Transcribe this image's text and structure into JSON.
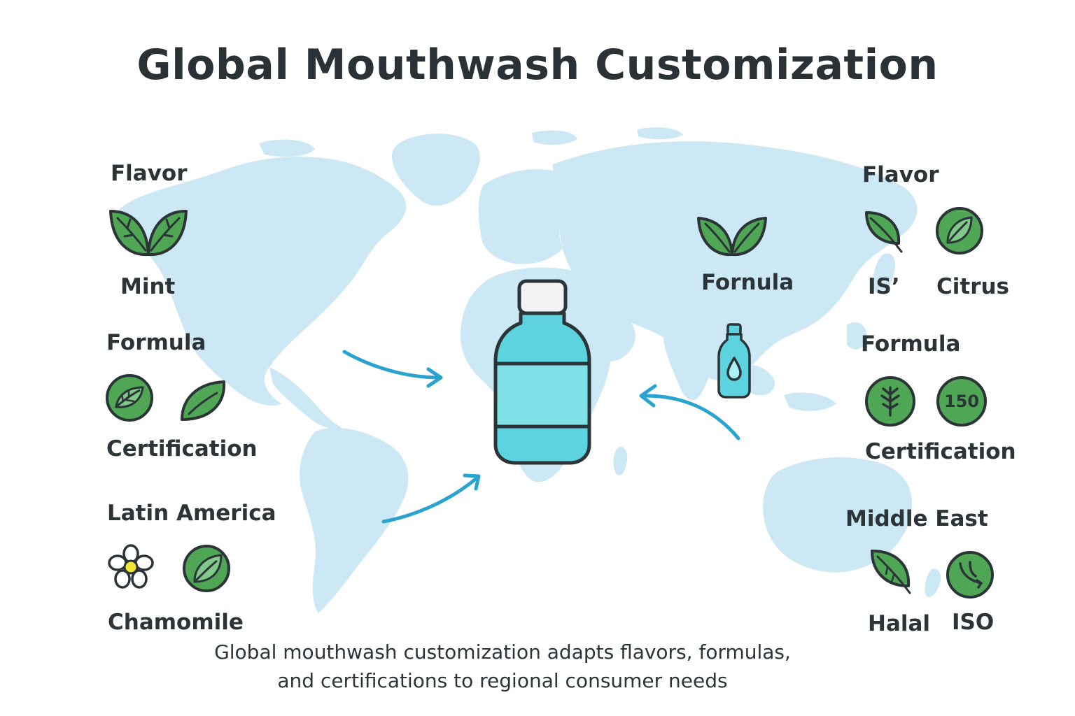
{
  "title": "Global Mouthwash Customization",
  "left": {
    "flavor_heading": "Flavor",
    "mint_label": "Mint",
    "formula_heading": "Formula",
    "certification_heading": "Certification",
    "region_heading": "Latin America",
    "chamomile_label": "Chamomile"
  },
  "center": {
    "formula_label": "Fornula"
  },
  "right": {
    "flavor_heading": "Flavor",
    "is_label": "IS’",
    "citrus_label": "Citrus",
    "formula_heading": "Formula",
    "iso_badge_text": "150",
    "certification_heading": "Certification",
    "region_heading": "Middle East",
    "halal_label": "Halal",
    "iso_label": "ISO"
  },
  "caption": {
    "line1": "Global mouthwash customization adapts flavors, formulas,",
    "line2": "and certifications to regional consumer needs"
  },
  "colors": {
    "map": "#cde8f5",
    "leaf_green": "#4fa654",
    "leaf_dark": "#2b3437",
    "bottle": "#5cd3de",
    "cap": "#f2f4f4",
    "arrow": "#2aa3cf"
  }
}
